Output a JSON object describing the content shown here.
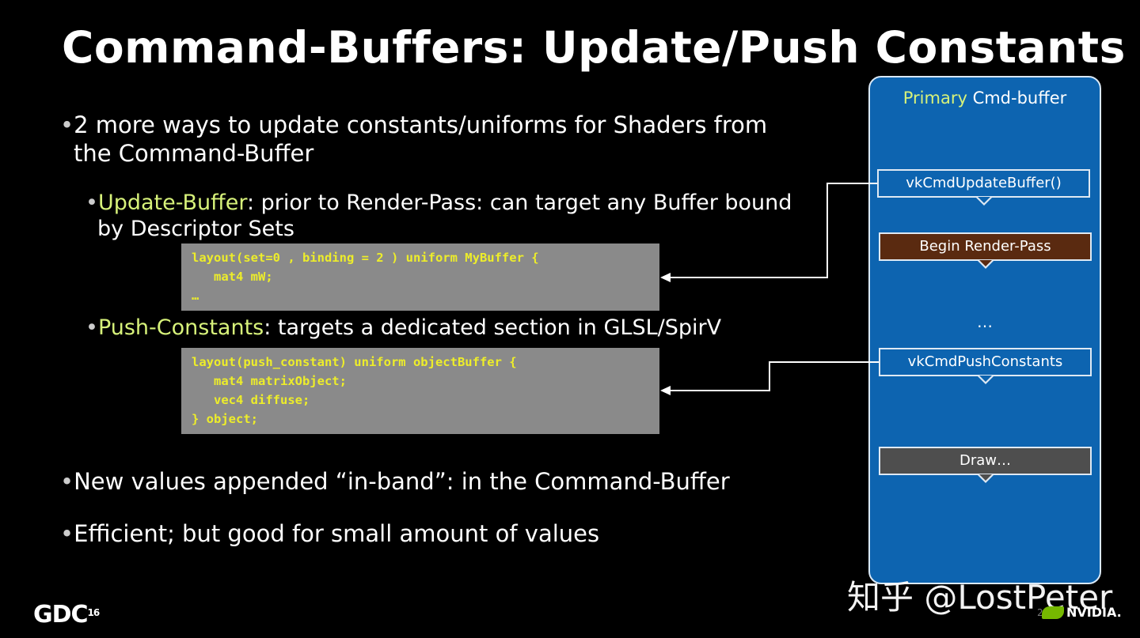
{
  "slide": {
    "title": "Command-Buffers: Update/Push Constants",
    "bullet_char": "•",
    "bullets": {
      "b1_line1": "2 more ways to update constants/uniforms for Shaders from",
      "b1_line2": "the Command-Buffer",
      "s1_highlight": "Update-Buffer",
      "s1_rest": ": prior to Render-Pass: can target any Buffer bound",
      "s1_line2": "by Descriptor Sets",
      "s2_highlight": "Push-Constants",
      "s2_rest": ": targets a dedicated section in GLSL/SpirV",
      "b3": "New values appended “in-band”: in the Command-Buffer",
      "b4": "Efficient; but good for small amount of values"
    },
    "code1": [
      "layout(set=0 , binding = 2 ) uniform MyBuffer {",
      "   mat4 mW;",
      "…"
    ],
    "code2": [
      "layout(push_constant) uniform objectBuffer {",
      "   mat4 matrixObject;",
      "   vec4 diffuse;",
      "} object;"
    ]
  },
  "panel": {
    "title_highlight": "Primary",
    "title_rest": " Cmd-buffer",
    "steps": {
      "update": "vkCmdUpdateBuffer()",
      "begin": "Begin Render-Pass",
      "ellipsis": "…",
      "push": "vkCmdPushConstants",
      "draw": "Draw…"
    }
  },
  "footer": {
    "watermark": "知乎 @LostPeter",
    "gdc_logo": "GDC",
    "gdc_year": "16",
    "page_number": "2",
    "nvidia_logo": "NVIDIA."
  },
  "colors": {
    "background": "#000000",
    "highlight": "#d7f27a",
    "code_bg": "#8a8a8a",
    "code_text": "#eded2a",
    "panel_bg": "#0d64b0",
    "begin_pass_bg": "#5a2a10",
    "draw_bg": "#4e4e4e",
    "nvidia_green": "#76b900"
  }
}
